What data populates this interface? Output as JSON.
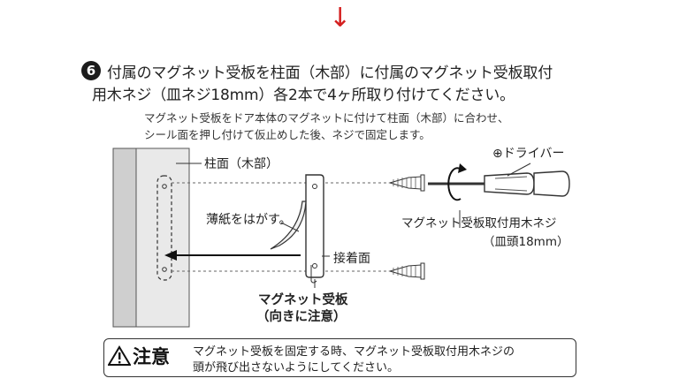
{
  "step": {
    "number": "6",
    "title_line1": "付属のマグネット受板を柱面（木部）に付属のマグネット受板取付",
    "title_line2": "用木ネジ（皿ネジ18mm）各2本で4ヶ所取り付けてください。",
    "desc_line1": "マグネット受板をドア本体のマグネットに付けて柱面（木部）に合わせ、",
    "desc_line2": "シール面を押し付けて仮止めした後、ネジで固定します。"
  },
  "diagram": {
    "label_pillar": "柱面（木部）",
    "label_driver": "⊕ドライバー",
    "label_peel": "薄紙をはがす。",
    "label_screw": "マグネット受板取付用木ネジ",
    "label_screw_size": "（皿頭18mm）",
    "label_adhesive": "接着面",
    "label_plate": "マグネット受板",
    "label_plate_note": "（向きに注意）"
  },
  "caution": {
    "title": "注意",
    "text_line1": "マグネット受板を固定する時、マグネット受板取付用木ネジの",
    "text_line2": "頭が飛び出さないようにしてください。"
  },
  "colors": {
    "arrow": "#d42020",
    "pillar_fill": "#d6d6d6",
    "pillar_inner": "#ececec"
  }
}
